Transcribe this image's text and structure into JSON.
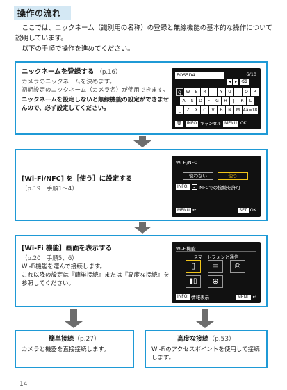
{
  "header": {
    "section_title": "操作の流れ",
    "intro_line1": "ここでは、ニックネーム（識別用の名称）の登録と無線機能の基本的な操作について説明しています。",
    "intro_line2": "以下の手順で操作を進めてください。"
  },
  "steps": [
    {
      "title": "ニックネームを登録する",
      "ref": "（p.16）",
      "lines": [
        "カメラのニックネームを決めます。",
        "初期設定のニックネーム（カメラ名）が使用できます。"
      ],
      "warning": "ニックネームを設定しないと無線機能の設定ができませんので、必ず設定してください。",
      "screen": {
        "entry_text": "EOS5D4",
        "counter": "6/10",
        "rows": [
          [
            "Q",
            "W",
            "E",
            "R",
            "T",
            "Y",
            "U",
            "I",
            "O",
            "P"
          ],
          [
            "A",
            "S",
            "D",
            "F",
            "G",
            "H",
            "J",
            "K",
            "L"
          ],
          [
            "Z",
            "X",
            "C",
            "V",
            "B",
            "N",
            "M",
            "Aa=18"
          ]
        ],
        "underscore": "_",
        "selected_key": "Q",
        "footer_info": "INFO",
        "footer_cancel": "キャンセル",
        "footer_menu": "MENU",
        "footer_ok": "OK"
      }
    },
    {
      "title": "[Wi-Fi/NFC] を［使う］に設定する",
      "ref": "（p.19　手順1～4）",
      "screen": {
        "title": "Wi-Fi/NFC",
        "option_off": "使わない",
        "option_on": "使う",
        "info_label": "INFO.",
        "nfc_label": "NFCでの接続を許可",
        "menu_label": "MENU",
        "set_label": "SET",
        "ok_label": "OK"
      }
    },
    {
      "title": "[Wi-Fi 機能］画面を表示する",
      "ref": "（p.20　手順5、6）",
      "lines": [
        "Wi-Fi機能を選んで接続します。",
        "これ以降の設定は『簡単接続』または『高度な接続』を参照してください。"
      ],
      "screen": {
        "title": "Wi-Fi機能",
        "subtitle": "スマートフォンと通信",
        "info_label": "INFO.",
        "info_text": "情報表示",
        "menu_label": "MENU"
      }
    }
  ],
  "results": [
    {
      "title": "簡単接続",
      "ref": "（p.27）",
      "text": "カメラと機器を直接接続します。"
    },
    {
      "title": "高度な接続",
      "ref": "（p.53）",
      "text": "Wi-Fiのアクセスポイントを使用して接続します。"
    }
  ],
  "page_number": "14"
}
